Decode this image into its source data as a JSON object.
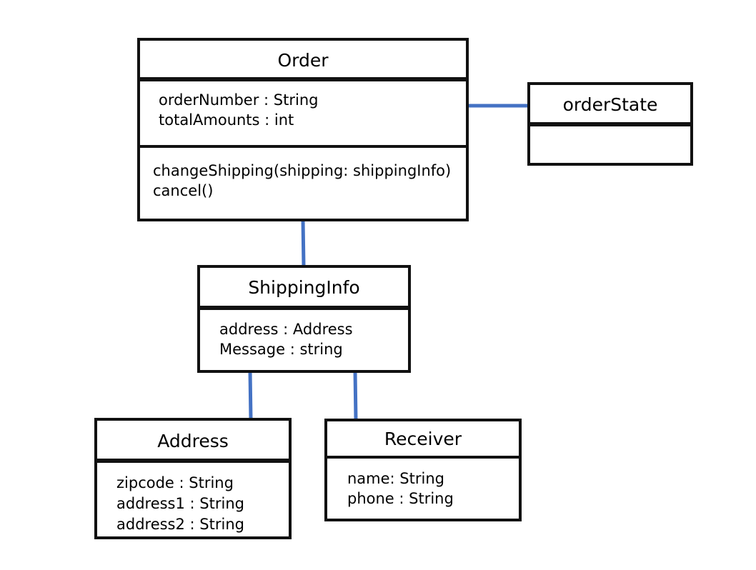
{
  "colors": {
    "connector": "#4472c4",
    "border": "#111111",
    "background": "#ffffff"
  },
  "classes": {
    "order": {
      "name": "Order",
      "attributes": [
        "orderNumber : String",
        "totalAmounts : int"
      ],
      "operations": [
        "changeShipping(shipping: shippingInfo)",
        "cancel()"
      ]
    },
    "order_state": {
      "name": "orderState",
      "attributes": []
    },
    "shipping_info": {
      "name": "ShippingInfo",
      "attributes": [
        "address : Address",
        "Message : string"
      ]
    },
    "address": {
      "name": "Address",
      "attributes": [
        "zipcode : String",
        "address1 : String",
        "address2 : String"
      ]
    },
    "receiver": {
      "name": "Receiver",
      "attributes": [
        "name: String",
        "phone : String"
      ]
    }
  }
}
